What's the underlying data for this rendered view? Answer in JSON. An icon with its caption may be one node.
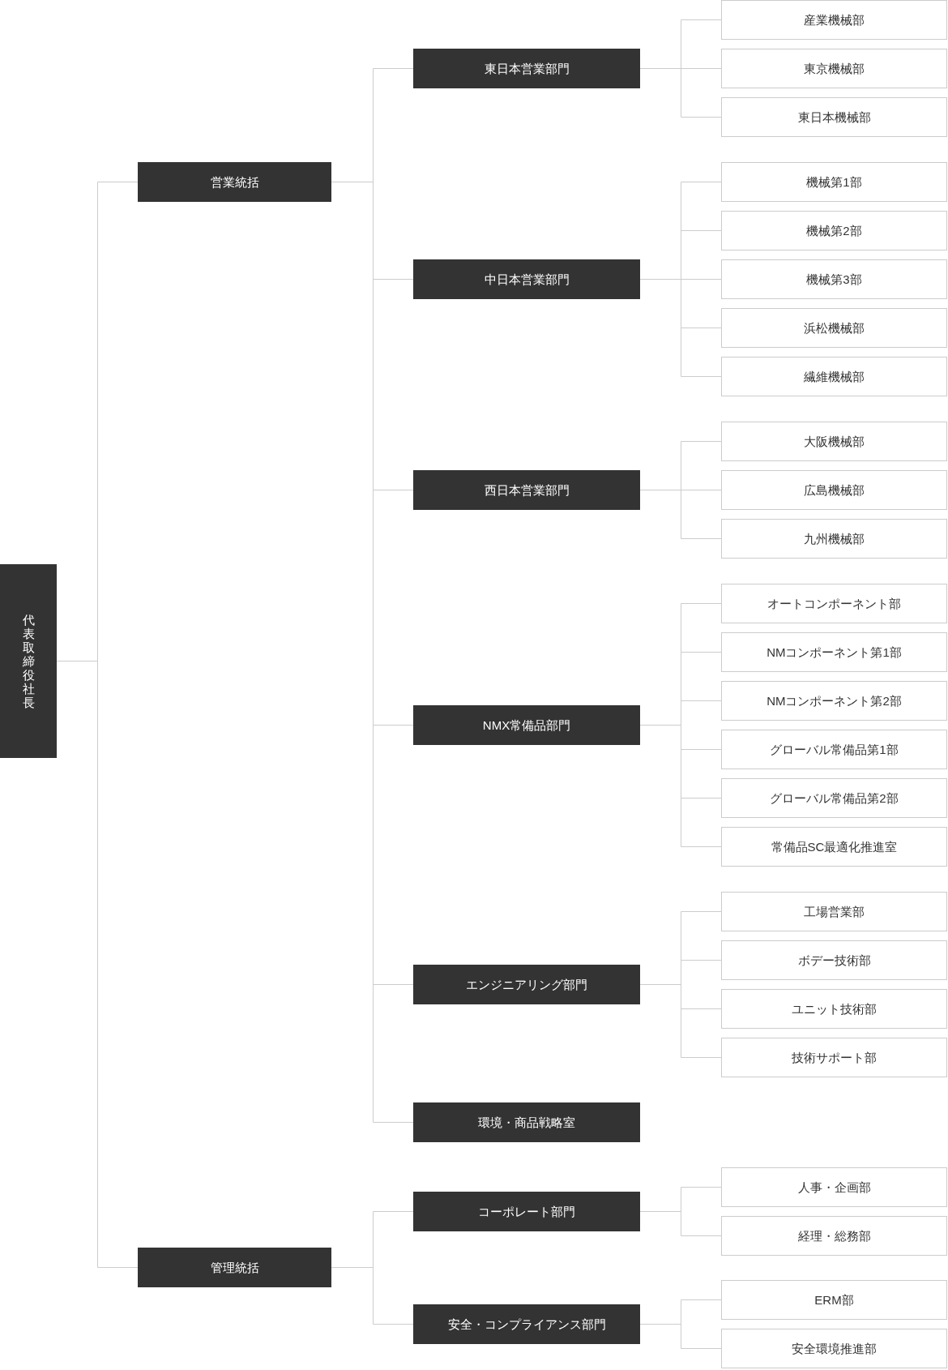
{
  "diagram": {
    "nodes": [
      {
        "text": [
          "代表取締役社長"
        ]
      },
      {
        "text": [
          "営業統括"
        ]
      },
      {
        "text": [
          "東日本営業部門"
        ]
      },
      {
        "text": [
          "産業機械部"
        ]
      },
      {
        "text": [
          "東京機械部"
        ]
      },
      {
        "text": [
          "東日本機械部"
        ]
      },
      {
        "text": [
          "中日本営業部門"
        ]
      },
      {
        "text": [
          "機械第1部"
        ]
      },
      {
        "text": [
          "機械第2部"
        ]
      },
      {
        "text": [
          "機械第3部"
        ]
      },
      {
        "text": [
          "浜松機械部"
        ]
      },
      {
        "text": [
          "繊維機械部"
        ]
      },
      {
        "text": [
          "西日本営業部門"
        ]
      },
      {
        "text": [
          "大阪機械部"
        ]
      },
      {
        "text": [
          "広島機械部"
        ]
      },
      {
        "text": [
          "九州機械部"
        ]
      },
      {
        "text": [
          "NMX常備品部門"
        ]
      },
      {
        "text": [
          "オートコンポーネント部"
        ]
      },
      {
        "text": [
          "NMコンポーネント第1部"
        ]
      },
      {
        "text": [
          "NMコンポーネント第2部"
        ]
      },
      {
        "text": [
          "グローバル常備品第1部"
        ]
      },
      {
        "text": [
          "グローバル常備品第2部"
        ]
      },
      {
        "text": [
          "常備品SC最適化推進室"
        ]
      },
      {
        "text": [
          "エンジニアリング部門"
        ]
      },
      {
        "text": [
          "工場営業部"
        ]
      },
      {
        "text": [
          "ボデー技術部"
        ]
      },
      {
        "text": [
          "ユニット技術部"
        ]
      },
      {
        "text": [
          "技術サポート部"
        ]
      },
      {
        "text": [
          "環境・商品戦略室"
        ]
      },
      {
        "text": [
          "管理統括"
        ]
      },
      {
        "text": [
          "コーポレート部門"
        ]
      },
      {
        "text": [
          "人事・企画部"
        ]
      },
      {
        "text": [
          "経理・総務部"
        ]
      },
      {
        "text": [
          "安全・コンプライアンス部門"
        ]
      },
      {
        "text": [
          "ERM部"
        ]
      },
      {
        "text": [
          "安全環境推進部"
        ]
      }
    ],
    "edges": [
      {
        "from": 0,
        "to": 1,
        "arrow": "none"
      },
      {
        "from": 1,
        "to": 2,
        "arrow": "none"
      },
      {
        "from": 2,
        "to": 3,
        "arrow": "none"
      },
      {
        "from": 2,
        "to": 4,
        "arrow": "none"
      },
      {
        "from": 2,
        "to": 5,
        "arrow": "none"
      },
      {
        "from": 1,
        "to": 6,
        "arrow": "none"
      },
      {
        "from": 6,
        "to": 7,
        "arrow": "none"
      },
      {
        "from": 6,
        "to": 8,
        "arrow": "none"
      },
      {
        "from": 6,
        "to": 9,
        "arrow": "none"
      },
      {
        "from": 6,
        "to": 10,
        "arrow": "none"
      },
      {
        "from": 6,
        "to": 11,
        "arrow": "none"
      },
      {
        "from": 1,
        "to": 12,
        "arrow": "none"
      },
      {
        "from": 12,
        "to": 13,
        "arrow": "none"
      },
      {
        "from": 12,
        "to": 14,
        "arrow": "none"
      },
      {
        "from": 12,
        "to": 15,
        "arrow": "none"
      },
      {
        "from": 1,
        "to": 16,
        "arrow": "none"
      },
      {
        "from": 16,
        "to": 17,
        "arrow": "none"
      },
      {
        "from": 16,
        "to": 18,
        "arrow": "none"
      },
      {
        "from": 16,
        "to": 19,
        "arrow": "none"
      },
      {
        "from": 16,
        "to": 20,
        "arrow": "none"
      },
      {
        "from": 16,
        "to": 21,
        "arrow": "none"
      },
      {
        "from": 16,
        "to": 22,
        "arrow": "none"
      },
      {
        "from": 1,
        "to": 23,
        "arrow": "none"
      },
      {
        "from": 23,
        "to": 24,
        "arrow": "none"
      },
      {
        "from": 23,
        "to": 25,
        "arrow": "none"
      },
      {
        "from": 23,
        "to": 26,
        "arrow": "none"
      },
      {
        "from": 23,
        "to": 27,
        "arrow": "none"
      },
      {
        "from": 1,
        "to": 28,
        "arrow": "none"
      },
      {
        "from": 0,
        "to": 29,
        "arrow": "none"
      },
      {
        "from": 29,
        "to": 30,
        "arrow": "none"
      },
      {
        "from": 30,
        "to": 31,
        "arrow": "none"
      },
      {
        "from": 30,
        "to": 32,
        "arrow": "none"
      },
      {
        "from": 29,
        "to": 33,
        "arrow": "none"
      },
      {
        "from": 33,
        "to": 34,
        "arrow": "none"
      },
      {
        "from": 33,
        "to": 35,
        "arrow": "none"
      }
    ]
  }
}
